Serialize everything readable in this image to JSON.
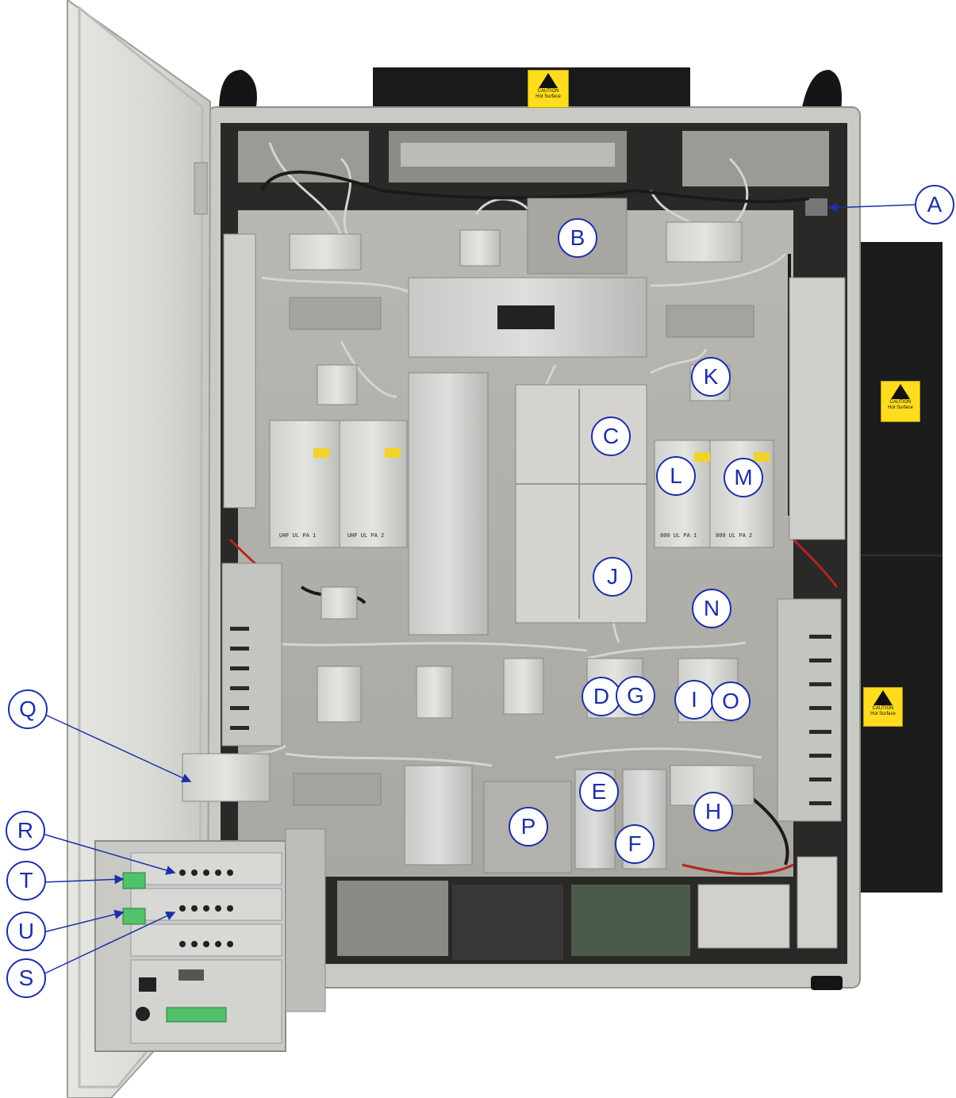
{
  "photo": {
    "subject": "open-equipment-cabinet",
    "colors": {
      "callout_blue": "#1c2fa8",
      "door": "#d8d8d4",
      "backplate": "#b5b3ae",
      "enclosure_frame": "#c9c9c4",
      "hot_sign": "#ffdd1e",
      "terminal_green": "#4fc26a"
    }
  },
  "callouts": [
    {
      "id": "A",
      "label": "A"
    },
    {
      "id": "B",
      "label": "B"
    },
    {
      "id": "C",
      "label": "C"
    },
    {
      "id": "D",
      "label": "D"
    },
    {
      "id": "E",
      "label": "E"
    },
    {
      "id": "F",
      "label": "F"
    },
    {
      "id": "G",
      "label": "G"
    },
    {
      "id": "H",
      "label": "H"
    },
    {
      "id": "I",
      "label": "I"
    },
    {
      "id": "J",
      "label": "J"
    },
    {
      "id": "K",
      "label": "K"
    },
    {
      "id": "L",
      "label": "L"
    },
    {
      "id": "M",
      "label": "M"
    },
    {
      "id": "N",
      "label": "N"
    },
    {
      "id": "O",
      "label": "O"
    },
    {
      "id": "P",
      "label": "P"
    },
    {
      "id": "Q",
      "label": "Q"
    },
    {
      "id": "R",
      "label": "R"
    },
    {
      "id": "S",
      "label": "S"
    },
    {
      "id": "T",
      "label": "T"
    },
    {
      "id": "U",
      "label": "U"
    }
  ],
  "hot_surface_signs": [
    {
      "line1": "CAUTION",
      "line2": "Hot Surface",
      "icon": "hot-surface-warning-icon"
    },
    {
      "line1": "CAUTION",
      "line2": "Hot Surface",
      "icon": "hot-surface-warning-icon"
    },
    {
      "line1": "CAUTION",
      "line2": "Hot Surface",
      "icon": "hot-surface-warning-icon"
    }
  ],
  "module_labels": {
    "uhf_pa_1": "UHF UL PA 1",
    "uhf_pa_2": "UHF UL PA 2",
    "pa_3": "800 UL PA 1",
    "pa_4": "800 UL PA 2"
  }
}
